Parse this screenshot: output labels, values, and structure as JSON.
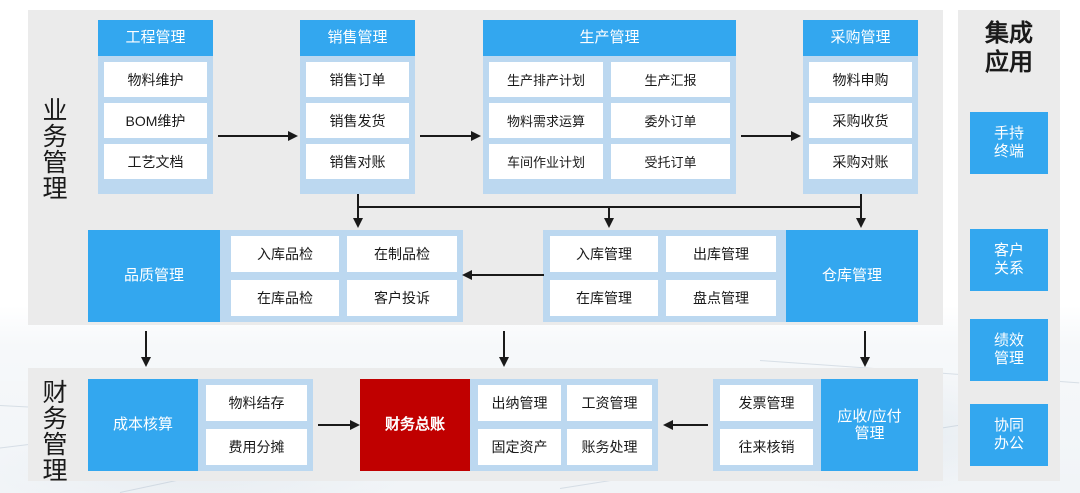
{
  "diagram": {
    "sections": {
      "business": {
        "title": "业务管理"
      },
      "finance": {
        "title": "财务管理"
      },
      "apps": {
        "title": "集成\n应用",
        "title_line1": "集成",
        "title_line2": "应用"
      }
    },
    "colors": {
      "header_blue": "#33a7ef",
      "group_bg": "#bcd8f0",
      "panel_bg": "#ebebeb",
      "cell_bg": "#ffffff",
      "accent_red": "#c00000",
      "text": "#1a1a1a",
      "connector": "#1a1a1a"
    },
    "groups": [
      {
        "id": "engineering",
        "header": "工程管理",
        "cells": [
          "物料维护",
          "BOM维护",
          "工艺文档"
        ]
      },
      {
        "id": "sales",
        "header": "销售管理",
        "cells": [
          "销售订单",
          "销售发货",
          "销售对账"
        ]
      },
      {
        "id": "production",
        "header": "生产管理",
        "cells": [
          "生产排产计划",
          "生产汇报",
          "物料需求运算",
          "委外订单",
          "车间作业计划",
          "受托订单"
        ]
      },
      {
        "id": "purchasing",
        "header": "采购管理",
        "cells": [
          "物料申购",
          "采购收货",
          "采购对账"
        ]
      },
      {
        "id": "quality",
        "header": "品质管理",
        "cells": [
          "入库品检",
          "在制品检",
          "在库品检",
          "客户投诉"
        ]
      },
      {
        "id": "warehouse",
        "header": "仓库管理",
        "cells": [
          "入库管理",
          "出库管理",
          "在库管理",
          "盘点管理"
        ]
      },
      {
        "id": "cost",
        "header": "成本核算",
        "cells": [
          "物料结存",
          "费用分摊"
        ]
      },
      {
        "id": "ledger",
        "header": "财务总账",
        "cells": [
          "出纳管理",
          "工资管理",
          "固定资产",
          "账务处理"
        ]
      },
      {
        "id": "receivable",
        "header": "应收/应付\n管理",
        "header_line1": "应收/应付",
        "header_line2": "管理",
        "cells": [
          "发票管理",
          "往来核销"
        ]
      }
    ],
    "apps": [
      {
        "id": "handheld",
        "line1": "手持",
        "line2": "终端"
      },
      {
        "id": "crm",
        "line1": "客户",
        "line2": "关系"
      },
      {
        "id": "kpi",
        "line1": "绩效",
        "line2": "管理"
      },
      {
        "id": "oa",
        "line1": "协同",
        "line2": "办公"
      }
    ],
    "connector_count": 12
  }
}
